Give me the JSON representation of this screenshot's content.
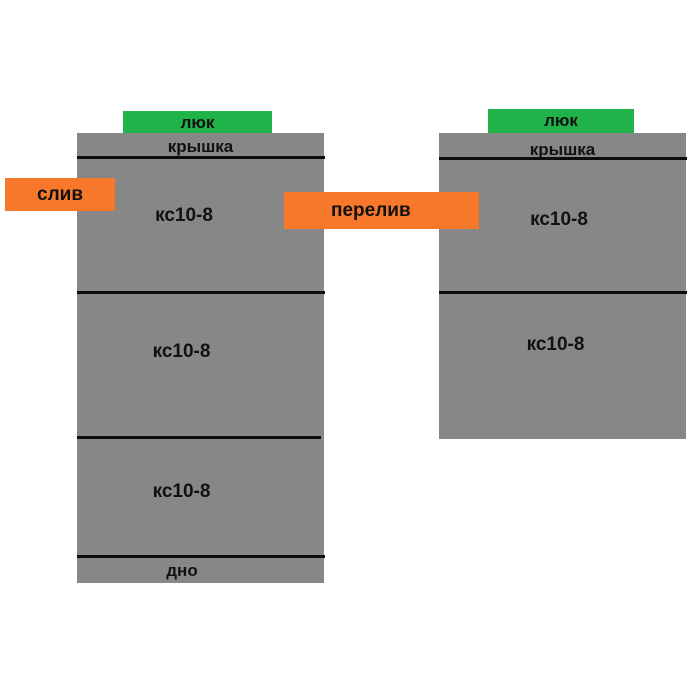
{
  "diagram": {
    "left_well": {
      "hatch": "люк",
      "cover": "крышка",
      "rings": [
        "кс10-8",
        "кс10-8",
        "кс10-8"
      ],
      "bottom": "дно"
    },
    "right_well": {
      "hatch": "люк",
      "cover": "крышка",
      "rings": [
        "кс10-8",
        "кс10-8"
      ]
    },
    "pipes": {
      "drain": "слив",
      "overflow": "перелив"
    }
  },
  "colors": {
    "ring": "#878787",
    "hatch": "#1fb34a",
    "pipe": "#f7782a",
    "separator": "#0d0d0d"
  }
}
